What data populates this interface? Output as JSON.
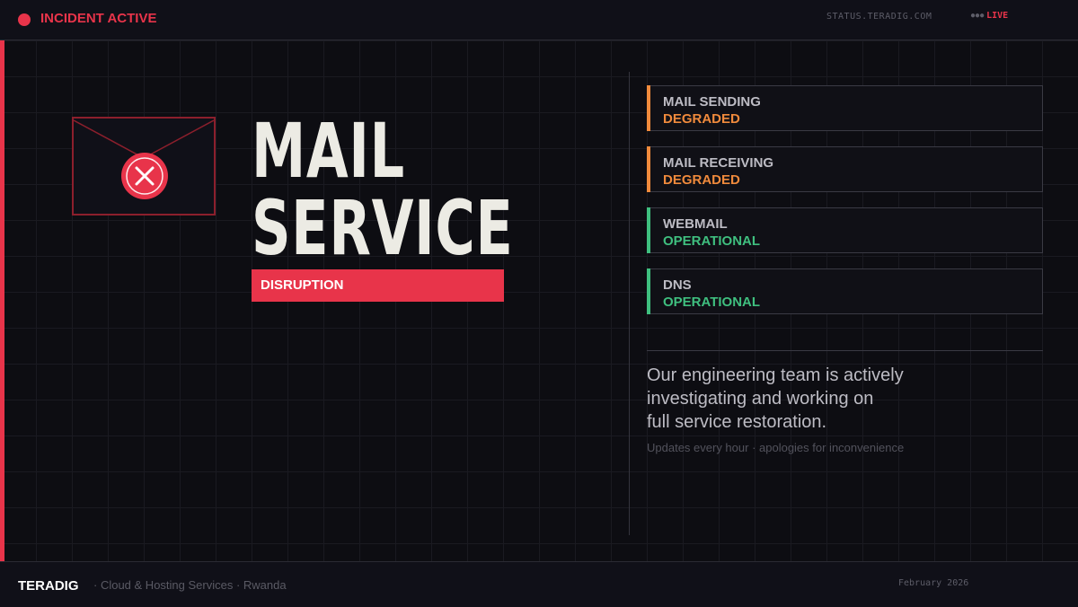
{
  "header": {
    "incident_label": "INCIDENT ACTIVE",
    "status_url": "STATUS.TERADIG.COM",
    "live_dots": "●●●",
    "live_label": "LIVE"
  },
  "hero": {
    "icon": "envelope-error-icon",
    "title_line1": "MAIL",
    "title_line2": "SERVICE",
    "badge": "DISRUPTION"
  },
  "services": [
    {
      "name": "MAIL SENDING",
      "status": "DEGRADED",
      "color": "#f08a3c"
    },
    {
      "name": "MAIL RECEIVING",
      "status": "DEGRADED",
      "color": "#f08a3c"
    },
    {
      "name": "WEBMAIL",
      "status": "OPERATIONAL",
      "color": "#3fbf7f"
    },
    {
      "name": "DNS",
      "status": "OPERATIONAL",
      "color": "#3fbf7f"
    }
  ],
  "message": {
    "line1": "Our engineering team is actively",
    "line2": "investigating and working on",
    "line3": "full service restoration.",
    "note": "Updates every hour · apologies for inconvenience"
  },
  "footer": {
    "brand": "TERADIG",
    "tagline": "· Cloud & Hosting Services · Rwanda",
    "date": "February 2026"
  },
  "colors": {
    "accent": "#e8344a",
    "degraded": "#f08a3c",
    "operational": "#3fbf7f",
    "background": "#0d0d12"
  }
}
